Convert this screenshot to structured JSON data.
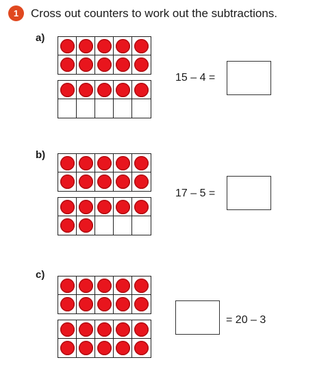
{
  "question": {
    "number": "1",
    "instruction": "Cross out counters to work out the subtractions."
  },
  "parts": [
    {
      "label": "a)",
      "frames": [
        {
          "filled": 10
        },
        {
          "filled": 5
        }
      ],
      "equation": "15 – 4 =",
      "answer": ""
    },
    {
      "label": "b)",
      "frames": [
        {
          "filled": 10
        },
        {
          "filled": 7
        }
      ],
      "equation": "17 – 5 =",
      "answer": ""
    },
    {
      "label": "c)",
      "frames": [
        {
          "filled": 10
        },
        {
          "filled": 10
        }
      ],
      "equation": "= 20 – 3",
      "answer": ""
    }
  ],
  "colors": {
    "badge": "#e0481f",
    "counter": "#e8151d"
  }
}
